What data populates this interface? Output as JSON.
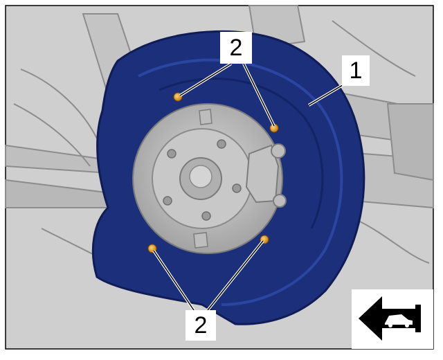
{
  "callouts": {
    "part_1": "1",
    "part_2_top": "2",
    "part_2_bottom": "2"
  },
  "icons": {
    "direction": "arrow-left-car-icon"
  },
  "colors": {
    "shield": "#1b2f7a",
    "shield_edge": "#0f1c55",
    "bolt": "#e8a425",
    "background_grey": "#c9c9c9",
    "hub_grey": "#bdbdbd"
  }
}
